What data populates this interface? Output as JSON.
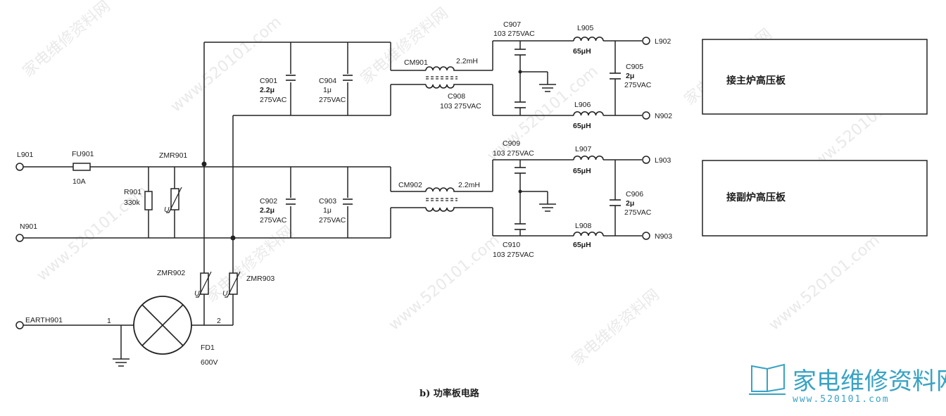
{
  "terminals": {
    "l901": "L901",
    "n901": "N901",
    "earth901": "EARTH901",
    "l902": "L902",
    "n902": "N902",
    "l903": "L903",
    "n903": "N903"
  },
  "fuse": {
    "ref": "FU901",
    "value": "10A"
  },
  "resistor": {
    "ref": "R901",
    "value": "330k"
  },
  "varistors": {
    "zmr901": "ZMR901",
    "zmr902": "ZMR902",
    "zmr903": "ZMR903",
    "symbol": "U"
  },
  "gas_tube": {
    "ref": "FD1",
    "value": "600V",
    "pin1": "1",
    "pin2": "2"
  },
  "capacitors": {
    "c901": {
      "ref": "C901",
      "value": "2.2μ",
      "rating": "275VAC"
    },
    "c904": {
      "ref": "C904",
      "value": "1μ",
      "rating": "275VAC"
    },
    "c902": {
      "ref": "C902",
      "value": "2.2μ",
      "rating": "275VAC"
    },
    "c903": {
      "ref": "C903",
      "value": "1μ",
      "rating": "275VAC"
    },
    "c907": {
      "ref": "C907",
      "value": "103 275VAC"
    },
    "c908": {
      "ref": "C908",
      "value": "103 275VAC"
    },
    "c909": {
      "ref": "C909",
      "value": "103 275VAC"
    },
    "c910": {
      "ref": "C910",
      "value": "103 275VAC"
    },
    "c905": {
      "ref": "C905",
      "value": "2μ",
      "rating": "275VAC"
    },
    "c906": {
      "ref": "C906",
      "value": "2μ",
      "rating": "275VAC"
    }
  },
  "chokes": {
    "cm901": {
      "ref": "CM901",
      "value": "2.2mH"
    },
    "cm902": {
      "ref": "CM902",
      "value": "2.2mH"
    }
  },
  "inductors": {
    "l905": {
      "ref": "L905",
      "value": "65μH"
    },
    "l906": {
      "ref": "L906",
      "value": "65μH"
    },
    "l907": {
      "ref": "L907",
      "value": "65μH"
    },
    "l908": {
      "ref": "L908",
      "value": "65μH"
    }
  },
  "boards": {
    "main": "接主炉高压板",
    "sub": "接副炉高压板"
  },
  "caption": "b) 功率板电路",
  "watermark": {
    "text": "家电维修资料网",
    "url": "www.520101.com",
    "logo_text": "家电维修资料网",
    "logo_url": "www.520101.com"
  },
  "colors": {
    "logo": "#37a3c4"
  }
}
